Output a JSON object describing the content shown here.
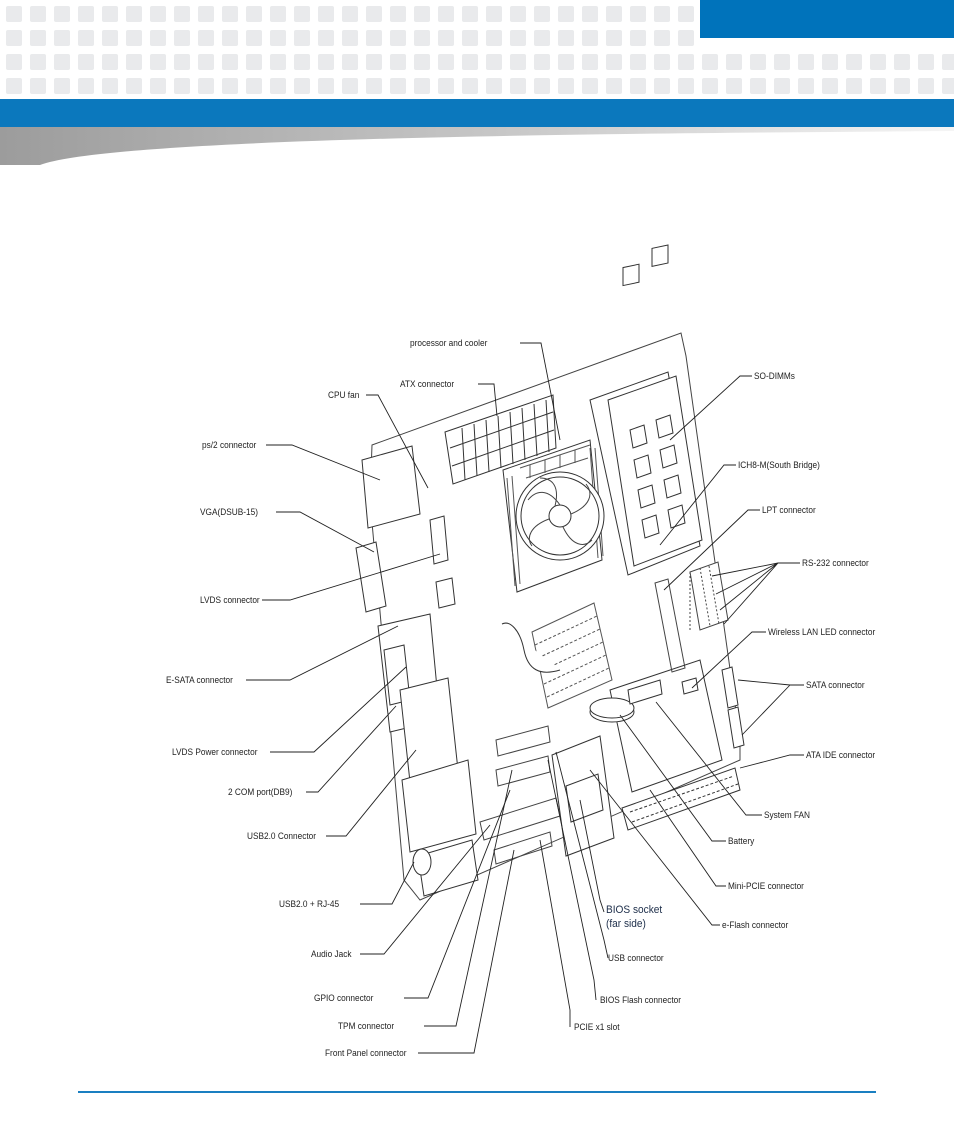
{
  "header": {
    "brand_color": "#0073bb",
    "band_color": "#0b78bd"
  },
  "figure": {
    "labels": {
      "processor_cooler": "processor and cooler",
      "atx": "ATX connector",
      "cpu_fan": "CPU fan",
      "ps2": "ps/2 connector",
      "vga": "VGA(DSUB-15)",
      "lvds": "LVDS connector",
      "esata": "E-SATA connector",
      "lvds_power": "LVDS Power connector",
      "com": "2 COM port(DB9)",
      "usb20": "USB2.0 Connector",
      "usb_rj45": "USB2.0 + RJ-45",
      "audio": "Audio Jack",
      "gpio": "GPIO connector",
      "tpm": "TPM connector",
      "front_panel": "Front Panel connector",
      "pcie": "PCIE x1 slot",
      "bios_flash": "BIOS Flash connector",
      "usb_conn": "USB connector",
      "bios_socket_1": "BIOS socket",
      "bios_socket_2": "(far side)",
      "eflash": "e-Flash connector",
      "minipcie": "Mini-PCIE connector",
      "battery": "Battery",
      "system_fan": "System FAN",
      "ata_ide": "ATA IDE connector",
      "sata": "SATA connector",
      "wlan_led": "Wireless LAN LED connector",
      "rs232": "RS-232 connector",
      "lpt": "LPT connector",
      "ich8m": "ICH8-M(South Bridge)",
      "sodimm": "SO-DIMMs"
    }
  },
  "footer": {
    "rule_color": "#1a7fc1"
  }
}
